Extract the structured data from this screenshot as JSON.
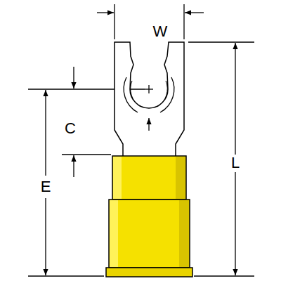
{
  "diagram": {
    "labels": [
      "W",
      "C",
      "E",
      "L"
    ]
  }
}
